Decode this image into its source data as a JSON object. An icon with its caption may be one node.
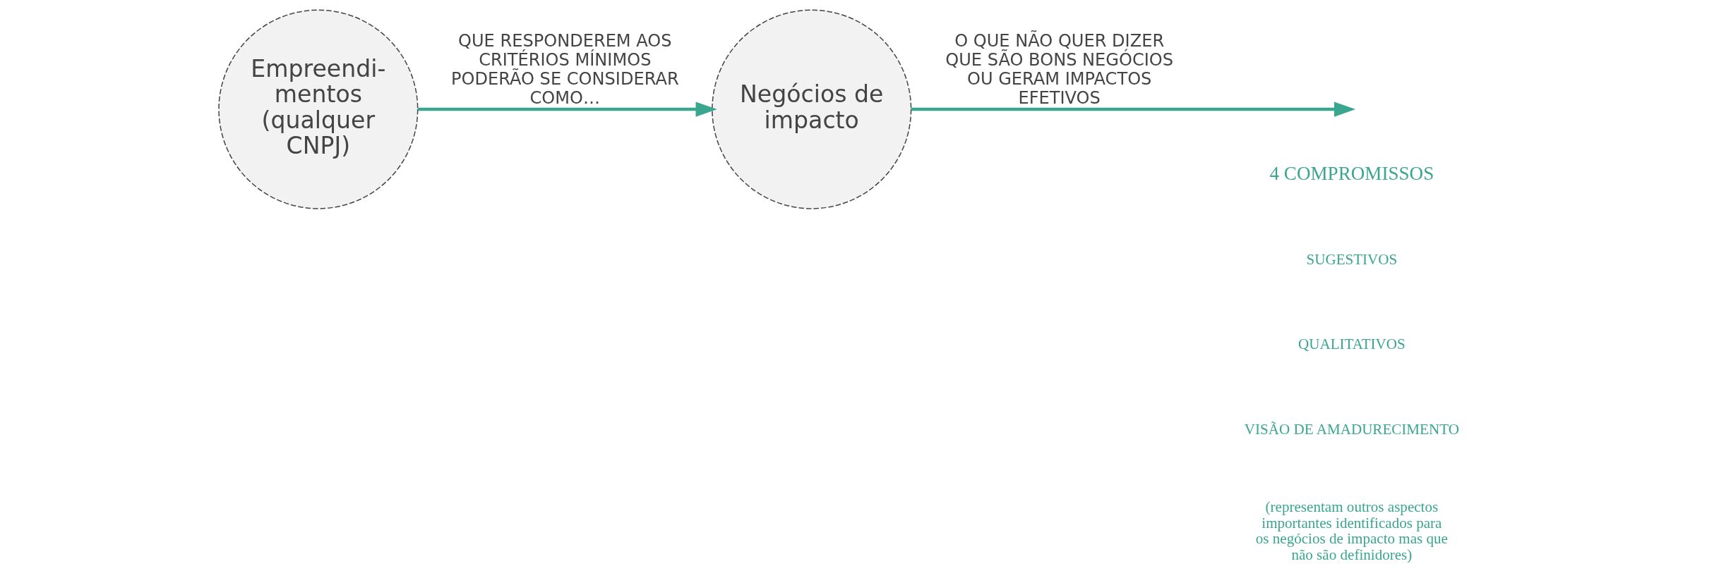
{
  "diagram": {
    "nodes": [
      {
        "text": [
          "Empreendi- mentos",
          "(qualquer CNPJ)"
        ]
      },
      {
        "text": [
          "Negócios de impacto"
        ]
      }
    ],
    "edges": [
      {
        "from": 0,
        "to": 1,
        "arrow": "to",
        "label": "QUE RESPONDEREM AOS CRITÉRIOS MÍNIMOS PODERÃO SE CONSIDERAR COMO…"
      },
      {
        "from": 1,
        "to": null,
        "arrow": "to",
        "label": "O QUE NÃO QUER DIZER QUE SÃO BONS NEGÓCIOS OU GERAM IMPACTOS EFETIVOS"
      }
    ],
    "labels": [
      "4 COMPROMISSOS",
      "SUGESTIVOS",
      "QUALITATIVOS",
      "VISÃO DE AMADURECIMENTO",
      "(representam outros aspectos importantes identificados para os negócios de impacto mas que não são definidores)"
    ]
  }
}
